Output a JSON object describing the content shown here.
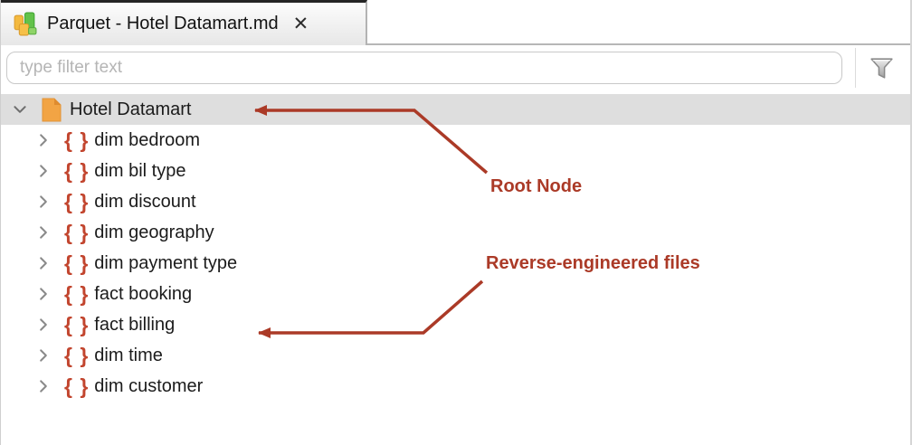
{
  "tab": {
    "title": "Parquet - Hotel Datamart.md",
    "close_glyph": "✕",
    "icon": "datamart-cubes-icon"
  },
  "toolbar": {
    "filter_placeholder": "type filter text",
    "filter_icon": "funnel-icon"
  },
  "tree": {
    "root": {
      "label": "Hotel Datamart",
      "icon": "orange-file-icon",
      "expanded": true,
      "selected": true
    },
    "braces_glyph": "{ }",
    "items": [
      {
        "label": "dim bedroom"
      },
      {
        "label": "dim bil type"
      },
      {
        "label": "dim discount"
      },
      {
        "label": "dim geography"
      },
      {
        "label": "dim payment type"
      },
      {
        "label": "fact booking"
      },
      {
        "label": "fact billing"
      },
      {
        "label": "dim time"
      },
      {
        "label": "dim customer"
      }
    ]
  },
  "annotations": {
    "root_node_label": "Root Node",
    "reverse_engineered_label": "Reverse-engineered files",
    "arrow_color": "#ab3a27"
  },
  "colors": {
    "annotation_red": "#ab3a27",
    "braces_red": "#c2452e",
    "file_icon_orange": "#f2a444",
    "selected_row_gray": "#dedede",
    "tab_top_border": "#242424",
    "border_gray": "#b7b7b7"
  }
}
